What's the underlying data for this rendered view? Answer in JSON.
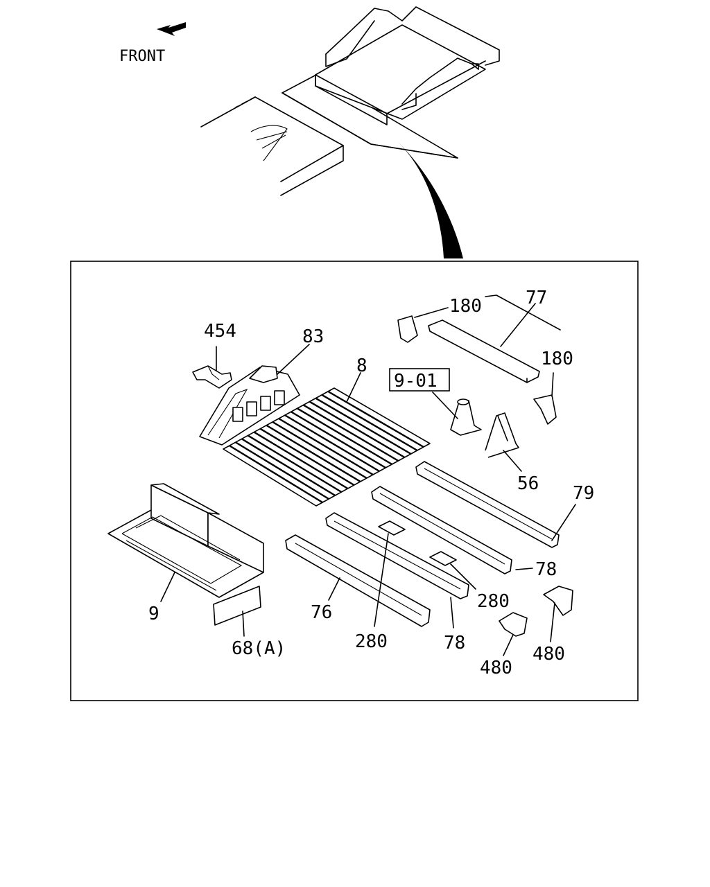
{
  "front_label": "FRONT",
  "callouts": {
    "c454": "454",
    "c83": "83",
    "c8": "8",
    "c9_01": "9-01",
    "c180_top": "180",
    "c77": "77",
    "c180_right": "180",
    "c56": "56",
    "c79": "79",
    "c78_right": "78",
    "c280_right": "280",
    "c9": "9",
    "c76": "76",
    "c68a": "68(A)",
    "c280_mid": "280",
    "c78_mid": "78",
    "c480_left": "480",
    "c480_right": "480"
  }
}
